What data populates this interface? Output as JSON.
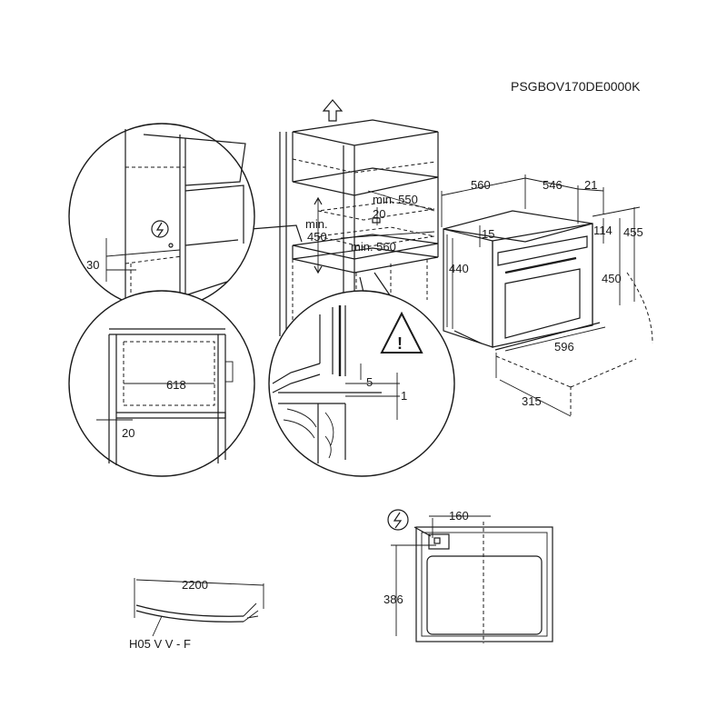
{
  "title_code": "PSGBOV170DE0000K",
  "cable": {
    "length": "2200",
    "type": "H05 V V - F"
  },
  "niche": {
    "min_height_label": "min.",
    "min_height_value": "450",
    "min_depth": "min. 550",
    "min_width": "min. 560",
    "top_gap": "20"
  },
  "oven": {
    "width": "560",
    "depth_body": "546",
    "front": "21",
    "d15": "15",
    "d114": "114",
    "d455": "455",
    "d440": "440",
    "d450": "450",
    "d596": "596",
    "d315": "315"
  },
  "detail_left": {
    "d30": "30"
  },
  "detail_bottom_left": {
    "d618": "618",
    "d20": "20"
  },
  "detail_right": {
    "d5": "5",
    "d1": "1"
  },
  "connection": {
    "d160": "160",
    "d386": "386"
  },
  "icons": [
    "power-plug-icon",
    "warning-triangle-icon",
    "up-arrow-icon"
  ]
}
